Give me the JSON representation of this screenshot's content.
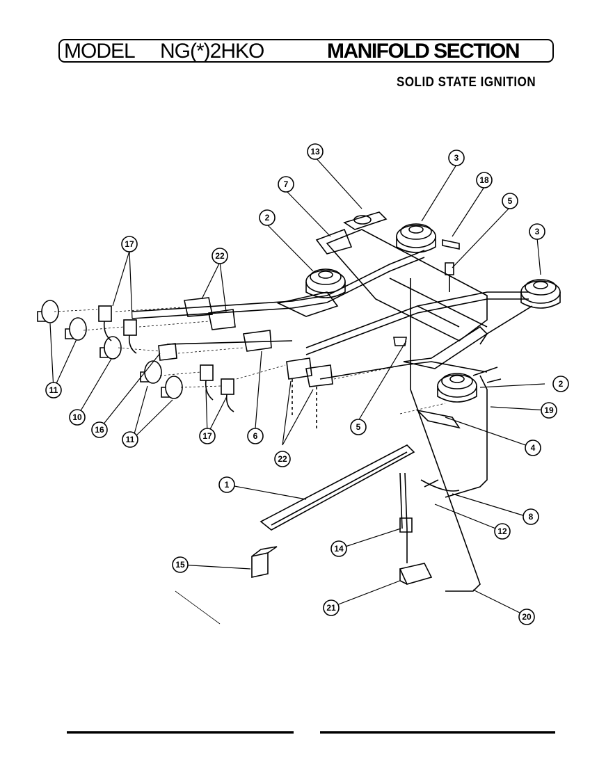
{
  "header": {
    "model_label": "MODEL",
    "model_number": "NG(*)2HKO",
    "section_title": "MANIFOLD SECTION"
  },
  "subtitle": "SOLID STATE IGNITION",
  "callouts": [
    "1",
    "2",
    "2",
    "3",
    "3",
    "4",
    "5",
    "5",
    "6",
    "7",
    "8",
    "10",
    "11",
    "11",
    "12",
    "13",
    "14",
    "15",
    "16",
    "17",
    "17",
    "18",
    "19",
    "20",
    "21",
    "22",
    "22"
  ],
  "colors": {
    "ink": "#000000",
    "paper": "#ffffff"
  }
}
